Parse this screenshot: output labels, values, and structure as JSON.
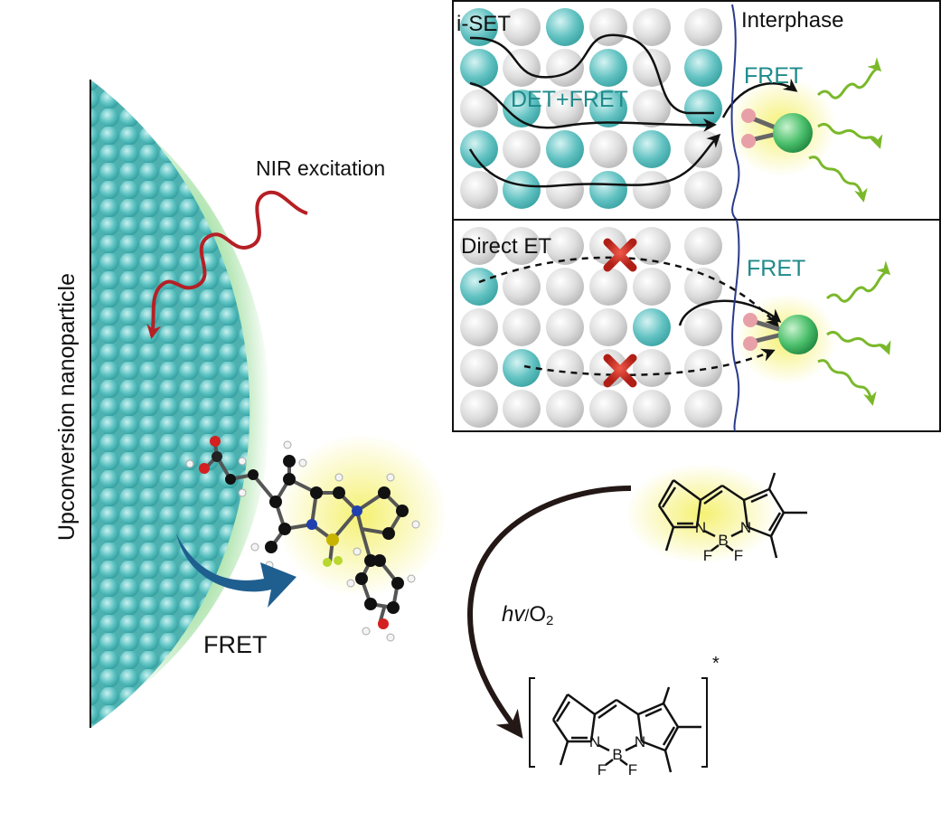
{
  "nanoparticle": {
    "label": "Upconversion nanoparticle",
    "excitation_label": "NIR excitation",
    "fret_label": "FRET"
  },
  "panel_top": {
    "mechanism_label": "i-SET",
    "interphase_label": "Interphase",
    "path_label": "DET+FRET",
    "fret_label": "FRET"
  },
  "panel_bottom": {
    "mechanism_label": "Direct ET",
    "fret_label": "FRET"
  },
  "reaction": {
    "condition_hv": "hv",
    "condition_sep": "/",
    "condition_o2": "O",
    "condition_o2_sub": "2",
    "excited_mark": "*",
    "atom_n": "N",
    "atom_b": "B",
    "atom_f": "F"
  },
  "colors": {
    "teal": "#5fc0c0",
    "teal_text": "#1f8a8a",
    "red": "#b52025",
    "blue_arrow": "#1f5f8f",
    "green": "#6cc04a",
    "interphase": "#2a3a8a"
  }
}
